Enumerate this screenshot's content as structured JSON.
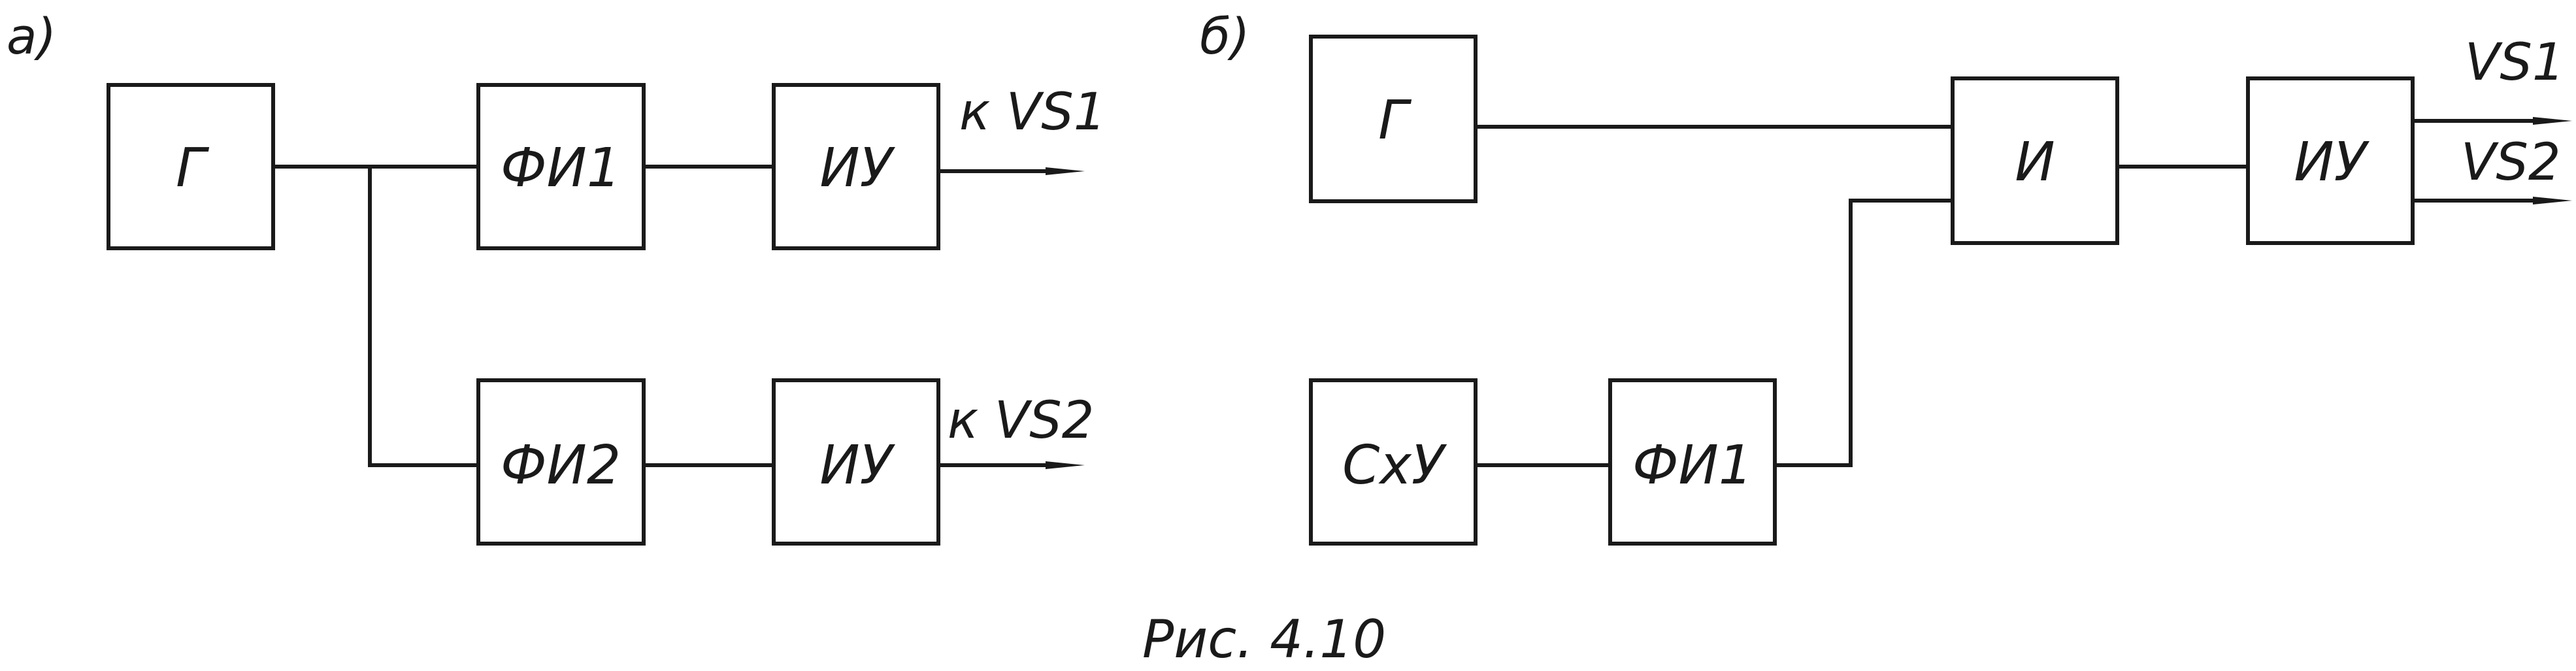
{
  "part_a": {
    "label": "а)",
    "blocks": {
      "generator": "Г",
      "former1": "ФИ1",
      "amplifier1": "ИУ",
      "former2": "ФИ2",
      "amplifier2": "ИУ"
    },
    "outputs": {
      "top": "к VS1",
      "bottom": "к VS2"
    }
  },
  "part_b": {
    "label": "б)",
    "blocks": {
      "generator": "Г",
      "and_gate": "И",
      "amplifier": "ИУ",
      "sync_circuit": "СхУ",
      "former1": "ФИ1"
    },
    "outputs": {
      "top": "VS1",
      "bottom": "VS2"
    }
  },
  "caption": "Рис. 4.10"
}
